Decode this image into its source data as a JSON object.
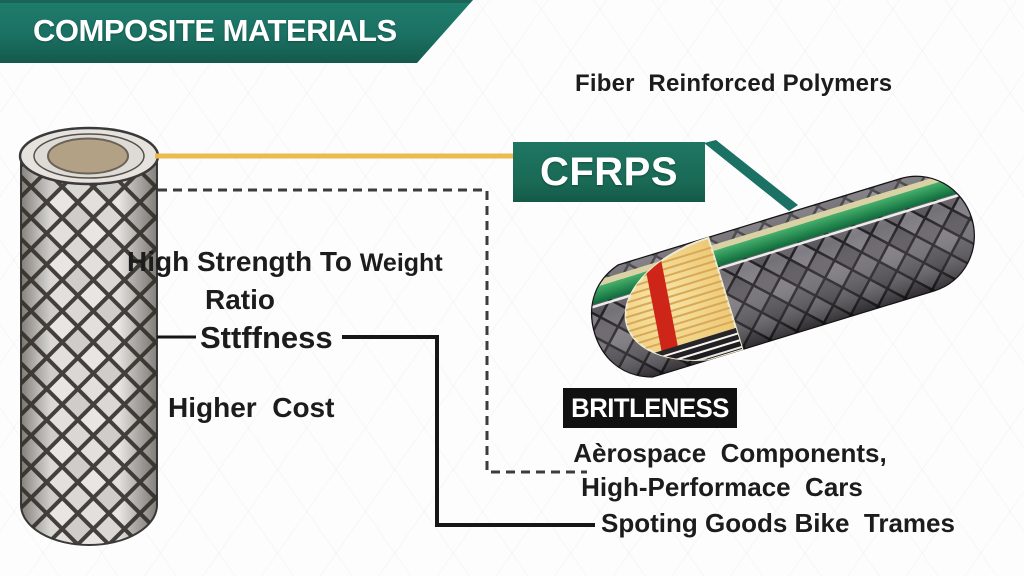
{
  "banner": {
    "title_primary": "COMPOSITE",
    "title_secondary": " MATERIALS"
  },
  "subtitle": "Fiber  Reinforced Polymers",
  "label_box": {
    "text": "CFRPS"
  },
  "properties": {
    "strength_main": "High Strength To ",
    "strength_small": "Weight",
    "strength_line2": "Ratio",
    "stiffness": "Sttffness",
    "cost": "Higher  Cost"
  },
  "weakness": {
    "text": "BRITLENESS"
  },
  "applications": {
    "line1": "Aèrospace  Components,",
    "line2": "High-Performace  Cars",
    "line3": "Spoting Goods Bike  Trames"
  },
  "colors": {
    "banner_teal": "#1b7163",
    "cfrps_box_teal": "#196955",
    "gold_connector": "#ecba4e",
    "teal_connector": "#1b7163",
    "dashed_line": "#3c3c3c",
    "solid_line": "#161616",
    "brittleness_box": "#111111",
    "text": "#1c1c1c",
    "green_stripe": "#22924f",
    "red_stripe": "#cd2619",
    "cap_cream": "#f2d993",
    "tube_core_tan": "#b3a185",
    "braid_light_gray": "#d8d6d3",
    "braid_dark_gray": "#6a666c"
  },
  "illustrations": {
    "left": "braided-fiber-tube",
    "right": "cfrp-laminate-bar"
  }
}
